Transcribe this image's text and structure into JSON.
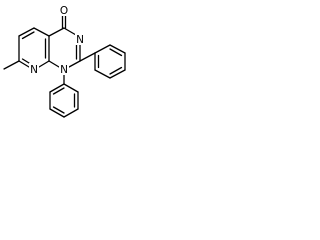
{
  "atom_labels": {
    "carbonyl_oxygen": "O",
    "n3": "N",
    "n8": "N",
    "n1": "N"
  }
}
